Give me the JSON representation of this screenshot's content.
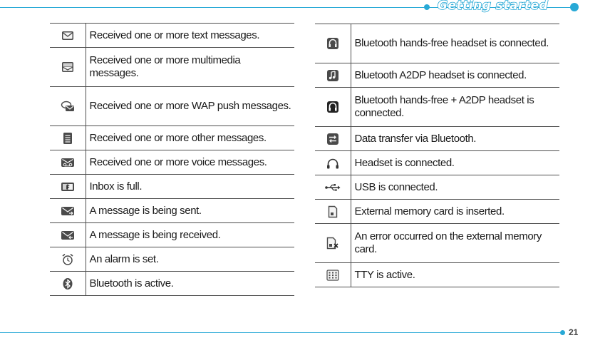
{
  "header": {
    "section_title": "Getting started",
    "page_number": "21"
  },
  "left_table": [
    {
      "icon": "text-message-icon",
      "text": "Received one or more text messages."
    },
    {
      "icon": "multimedia-message-icon",
      "text": "Received one or more multimedia messages."
    },
    {
      "icon": "wap-push-icon",
      "text": "Received one or more WAP push messages."
    },
    {
      "icon": "other-message-icon",
      "text": "Received one or more other messages."
    },
    {
      "icon": "voice-message-icon",
      "text": "Received one or more voice messages."
    },
    {
      "icon": "inbox-full-icon",
      "text": "Inbox is full."
    },
    {
      "icon": "message-sending-icon",
      "text": "A message is being sent."
    },
    {
      "icon": "message-receiving-icon",
      "text": "A message is being received."
    },
    {
      "icon": "alarm-icon",
      "text": "An alarm is set."
    },
    {
      "icon": "bluetooth-icon",
      "text": "Bluetooth is active."
    }
  ],
  "right_table": [
    {
      "icon": "bluetooth-handsfree-icon",
      "text": "Bluetooth hands-free headset is connected."
    },
    {
      "icon": "bluetooth-a2dp-icon",
      "text": "Bluetooth A2DP headset is connected."
    },
    {
      "icon": "bluetooth-handsfree-a2dp-icon",
      "text": "Bluetooth hands-free + A2DP headset is connected."
    },
    {
      "icon": "bluetooth-data-transfer-icon",
      "text": "Data transfer via Bluetooth."
    },
    {
      "icon": "headset-icon",
      "text": "Headset is connected."
    },
    {
      "icon": "usb-icon",
      "text": "USB is connected."
    },
    {
      "icon": "memory-card-icon",
      "text": "External memory card is inserted."
    },
    {
      "icon": "memory-card-error-icon",
      "text": "An error occurred on the external memory card."
    },
    {
      "icon": "tty-icon",
      "text": "TTY is active."
    }
  ],
  "colors": {
    "accent": "#28a9d6",
    "rule": "#4d4d4d",
    "icon": "#333333"
  }
}
